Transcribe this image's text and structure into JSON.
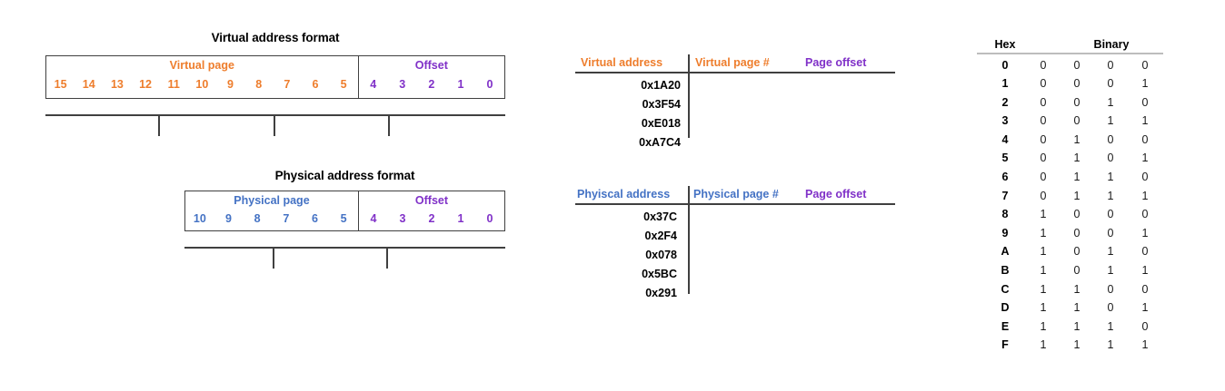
{
  "colors": {
    "virtual_page": "#EE7D2C",
    "offset": "#8031C8",
    "physical_page": "#4472C4",
    "rule": "#3f3f3f",
    "box_border": "#404040"
  },
  "virtual_format": {
    "title": "Virtual address format",
    "segments": [
      {
        "label": "Virtual page",
        "color_key": "virtual_page",
        "bits": [
          "15",
          "14",
          "13",
          "12",
          "11",
          "10",
          "9",
          "8",
          "7",
          "6",
          "5"
        ]
      },
      {
        "label": "Offset",
        "color_key": "offset",
        "bits": [
          "4",
          "3",
          "2",
          "1",
          "0"
        ]
      }
    ]
  },
  "physical_format": {
    "title": "Physical address format",
    "segments": [
      {
        "label": "Physical page",
        "color_key": "physical_page",
        "bits": [
          "10",
          "9",
          "8",
          "7",
          "6",
          "5"
        ]
      },
      {
        "label": "Offset",
        "color_key": "offset",
        "bits": [
          "4",
          "3",
          "2",
          "1",
          "0"
        ]
      }
    ]
  },
  "virtual_table": {
    "headers": [
      {
        "text": "Virtual address",
        "color_key": "virtual_page"
      },
      {
        "text": "Virtual page #",
        "color_key": "virtual_page"
      },
      {
        "text": "Page offset",
        "color_key": "offset"
      }
    ],
    "rows": [
      {
        "address": "0x1A20",
        "page": "",
        "offset": ""
      },
      {
        "address": "0x3F54",
        "page": "",
        "offset": ""
      },
      {
        "address": "0xE018",
        "page": "",
        "offset": ""
      },
      {
        "address": "0xA7C4",
        "page": "",
        "offset": ""
      }
    ]
  },
  "physical_table": {
    "headers": [
      {
        "text": "Phyiscal address",
        "color_key": "physical_page"
      },
      {
        "text": "Physical page #",
        "color_key": "physical_page"
      },
      {
        "text": "Page offset",
        "color_key": "offset"
      }
    ],
    "rows": [
      {
        "address": "0x37C",
        "page": "",
        "offset": ""
      },
      {
        "address": "0x2F4",
        "page": "",
        "offset": ""
      },
      {
        "address": "0x078",
        "page": "",
        "offset": ""
      },
      {
        "address": "0x5BC",
        "page": "",
        "offset": ""
      },
      {
        "address": "0x291",
        "page": "",
        "offset": ""
      }
    ]
  },
  "hex_table": {
    "headers": [
      "Hex",
      "Binary"
    ],
    "rows": [
      {
        "hex": "0",
        "bits": [
          "0",
          "0",
          "0",
          "0"
        ]
      },
      {
        "hex": "1",
        "bits": [
          "0",
          "0",
          "0",
          "1"
        ]
      },
      {
        "hex": "2",
        "bits": [
          "0",
          "0",
          "1",
          "0"
        ]
      },
      {
        "hex": "3",
        "bits": [
          "0",
          "0",
          "1",
          "1"
        ]
      },
      {
        "hex": "4",
        "bits": [
          "0",
          "1",
          "0",
          "0"
        ]
      },
      {
        "hex": "5",
        "bits": [
          "0",
          "1",
          "0",
          "1"
        ]
      },
      {
        "hex": "6",
        "bits": [
          "0",
          "1",
          "1",
          "0"
        ]
      },
      {
        "hex": "7",
        "bits": [
          "0",
          "1",
          "1",
          "1"
        ]
      },
      {
        "hex": "8",
        "bits": [
          "1",
          "0",
          "0",
          "0"
        ]
      },
      {
        "hex": "9",
        "bits": [
          "1",
          "0",
          "0",
          "1"
        ]
      },
      {
        "hex": "A",
        "bits": [
          "1",
          "0",
          "1",
          "0"
        ]
      },
      {
        "hex": "B",
        "bits": [
          "1",
          "0",
          "1",
          "1"
        ]
      },
      {
        "hex": "C",
        "bits": [
          "1",
          "1",
          "0",
          "0"
        ]
      },
      {
        "hex": "D",
        "bits": [
          "1",
          "1",
          "0",
          "1"
        ]
      },
      {
        "hex": "E",
        "bits": [
          "1",
          "1",
          "1",
          "0"
        ]
      },
      {
        "hex": "F",
        "bits": [
          "1",
          "1",
          "1",
          "1"
        ]
      }
    ]
  }
}
